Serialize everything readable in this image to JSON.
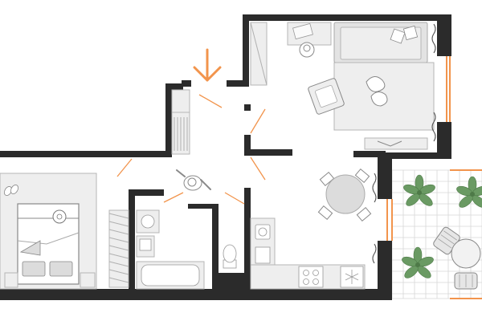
{
  "plan": {
    "accent_color": "#f2944c",
    "wall_color": "#2b2b2b",
    "furniture_color": "#eeeeee",
    "plant_color": "#6a9a63",
    "entrance_marker": "arrow-down-icon",
    "rooms": [
      {
        "name": "entrance-hall"
      },
      {
        "name": "living-room"
      },
      {
        "name": "kitchen-dining"
      },
      {
        "name": "bedroom"
      },
      {
        "name": "bathroom"
      },
      {
        "name": "balcony"
      }
    ]
  }
}
